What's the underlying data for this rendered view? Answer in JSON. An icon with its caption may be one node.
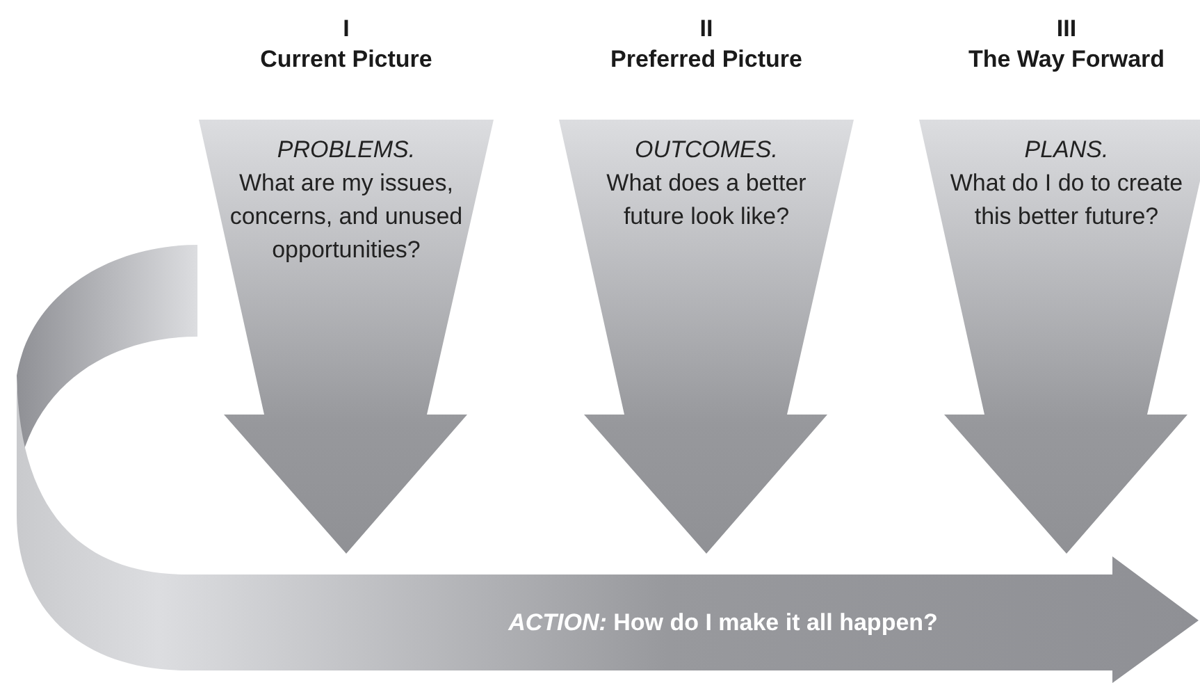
{
  "diagram": {
    "nodes": [
      {
        "text": [
          "I",
          "Current Picture",
          "PROBLEMS.",
          "What are my issues, concerns, and unused opportunities?"
        ]
      },
      {
        "text": [
          "II",
          "Preferred Picture",
          "OUTCOMES.",
          "What does a better future look like?"
        ]
      },
      {
        "text": [
          "III",
          "The Way Forward",
          "PLANS.",
          "What do I do to create this better future?"
        ]
      },
      {
        "text": [
          "*ACTION:* How do I make it all happen?"
        ]
      }
    ]
  }
}
